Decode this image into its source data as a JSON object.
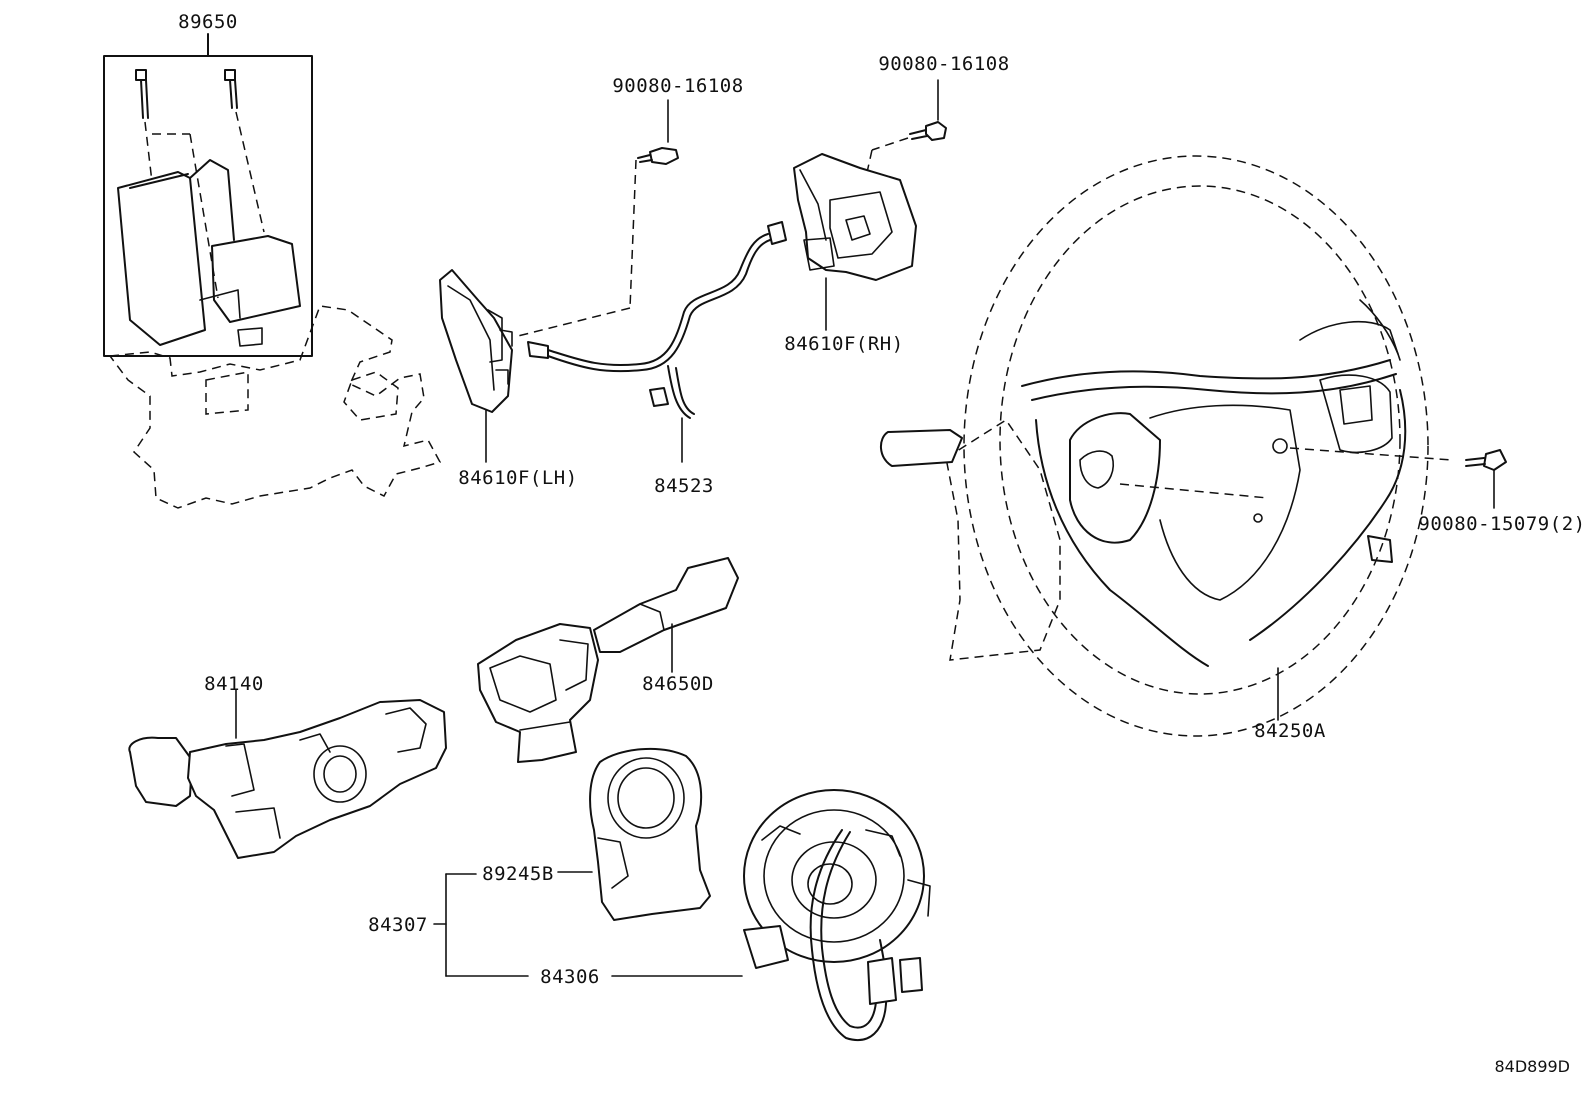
{
  "labels": {
    "p89650": "89650",
    "bolt_top_left": "90080-16108",
    "bolt_top_right": "90080-16108",
    "p84610f_lh": "84610F(LH)",
    "p84610f_rh": "84610F(RH)",
    "p84523": "84523",
    "bolt_wheel": "90080-15079(2)",
    "p84250a": "84250A",
    "p84650d": "84650D",
    "p84140": "84140",
    "p89245b": "89245B",
    "p84307": "84307",
    "p84306": "84306"
  },
  "figure_code": "84D899D"
}
